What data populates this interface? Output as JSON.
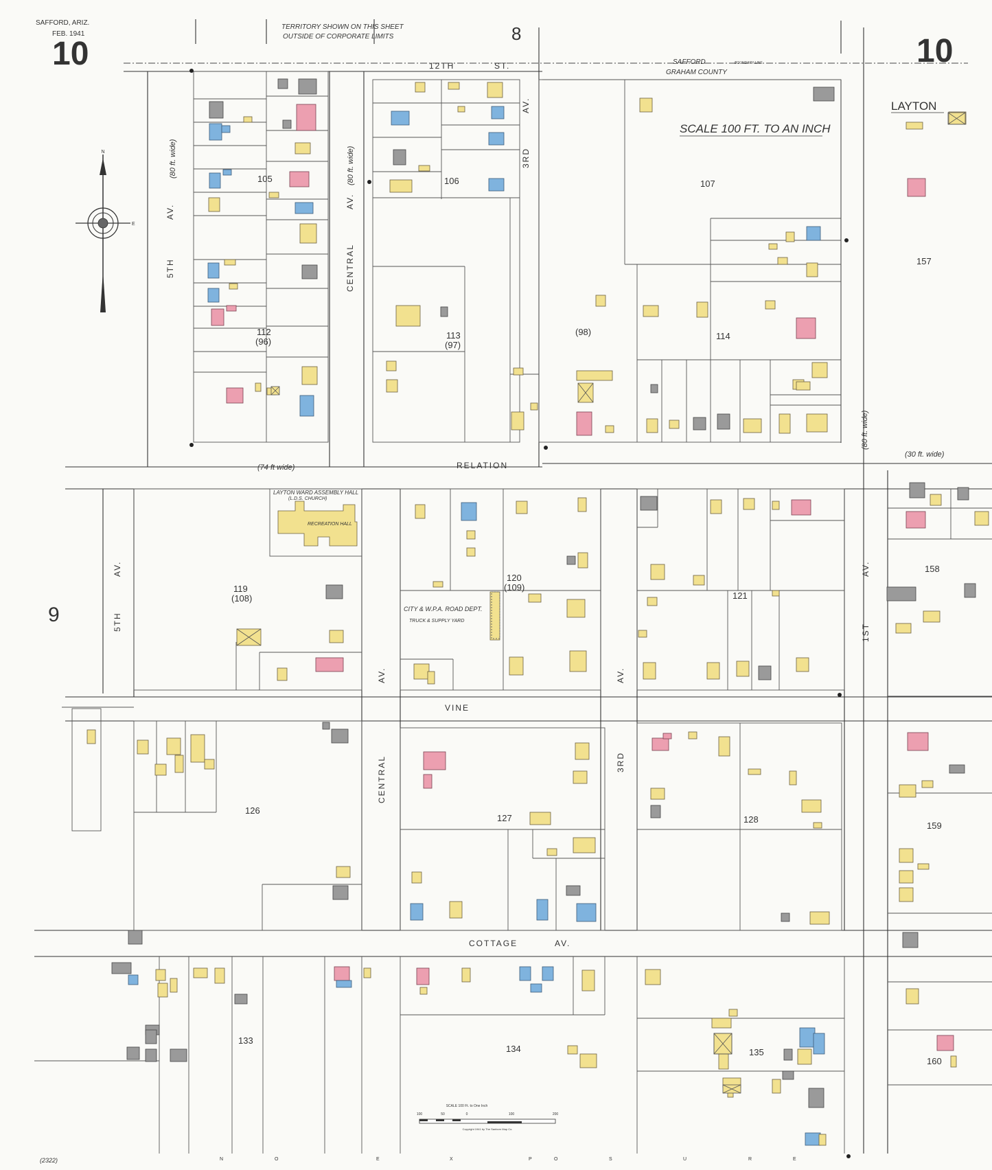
{
  "sheet": {
    "city": "SAFFORD, ARIZ.",
    "date": "FEB. 1941",
    "number": "10",
    "number_right": "10",
    "adjoining_top": "8",
    "adjoining_left": "9",
    "territory_note_1": "TERRITORY SHOWN ON THIS SHEET",
    "territory_note_2": "OUTSIDE OF CORPORATE LIMITS",
    "boundary_1": "SAFFORD",
    "boundary_2": "GRAHAM COUNTY",
    "boundary_line": "BOUNDARY LINE",
    "scale_title": "SCALE 100 FT. TO AN INCH",
    "district": "LAYTON",
    "index_code": "(2322)",
    "bottom_scale_label": "SCALE 100 Ft. to One Inch",
    "bottom_scale_ticks": [
      "100",
      "50",
      "0",
      "100",
      "200"
    ],
    "copyright": "Copyright 1941 by The Sanborn Map Co.",
    "margin_letters_bottom": [
      "N",
      "O",
      "E",
      "X",
      "P",
      "O",
      "S",
      "U",
      "R",
      "E"
    ]
  },
  "streets": {
    "twelfth": "12TH",
    "st": "ST.",
    "relation": "RELATION",
    "vine": "VINE",
    "cottage": "COTTAGE",
    "cottage_av": "AV.",
    "fifth_av": "5TH",
    "av": "AV.",
    "central": "CENTRAL",
    "third": "3RD",
    "first": "1ST",
    "width_80": "(80 ft. wide)",
    "width_74": "(74 ft wide)",
    "width_30": "(30 ft. wide)"
  },
  "blocks": {
    "b105": "105",
    "b106": "106",
    "b107": "107",
    "b112": "112",
    "b112_old": "(96)",
    "b113": "113",
    "b113_old": "(97)",
    "b98": "(98)",
    "b114": "114",
    "b157": "157",
    "b119": "119",
    "b119_old": "(108)",
    "b120": "120",
    "b120_old": "(109)",
    "b121": "121",
    "b158": "158",
    "b126": "126",
    "b127": "127",
    "b128": "128",
    "b159": "159",
    "b133": "133",
    "b134": "134",
    "b135": "135",
    "b160": "160"
  },
  "landmarks": {
    "assembly_1": "LAYTON WARD ASSEMBLY HALL",
    "assembly_2": "(L.D.S. CHURCH)",
    "recreation": "RECREATION HALL",
    "road_dept_1": "CITY & W.P.A. ROAD DEPT.",
    "road_dept_2": "TRUCK & SUPPLY YARD"
  },
  "legend": {
    "north": "N",
    "east": "E"
  },
  "colors": {
    "dwelling": "#f2e18f",
    "brick": "#ec9fb0",
    "stone": "#7fb3de",
    "iron": "#9a9a9a"
  }
}
